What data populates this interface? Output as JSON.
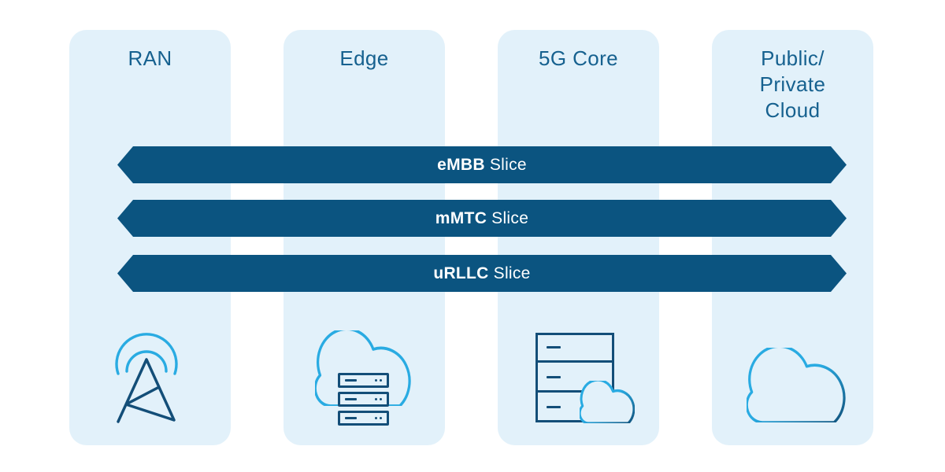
{
  "columns": [
    {
      "label": "RAN",
      "icon": "radio-tower-icon"
    },
    {
      "label": "Edge",
      "icon": "edge-cloud-servers-icon"
    },
    {
      "label": "5G Core",
      "icon": "core-servers-cloud-icon"
    },
    {
      "label": "Public/\nPrivate\nCloud",
      "icon": "cloud-icon"
    }
  ],
  "slices": [
    {
      "name": "eMBB",
      "suffix": "Slice"
    },
    {
      "name": "mMTC",
      "suffix": "Slice"
    },
    {
      "name": "uRLLC",
      "suffix": "Slice"
    }
  ],
  "colors": {
    "slice_band_blue": "#0B5480",
    "column_background": "#E2F1FA",
    "accent_cyan": "#29ABE2",
    "icon_navy": "#134E78",
    "title_text": "#16618F",
    "slice_text": "#FFFFFF",
    "page_background": "#FFFFFF"
  }
}
